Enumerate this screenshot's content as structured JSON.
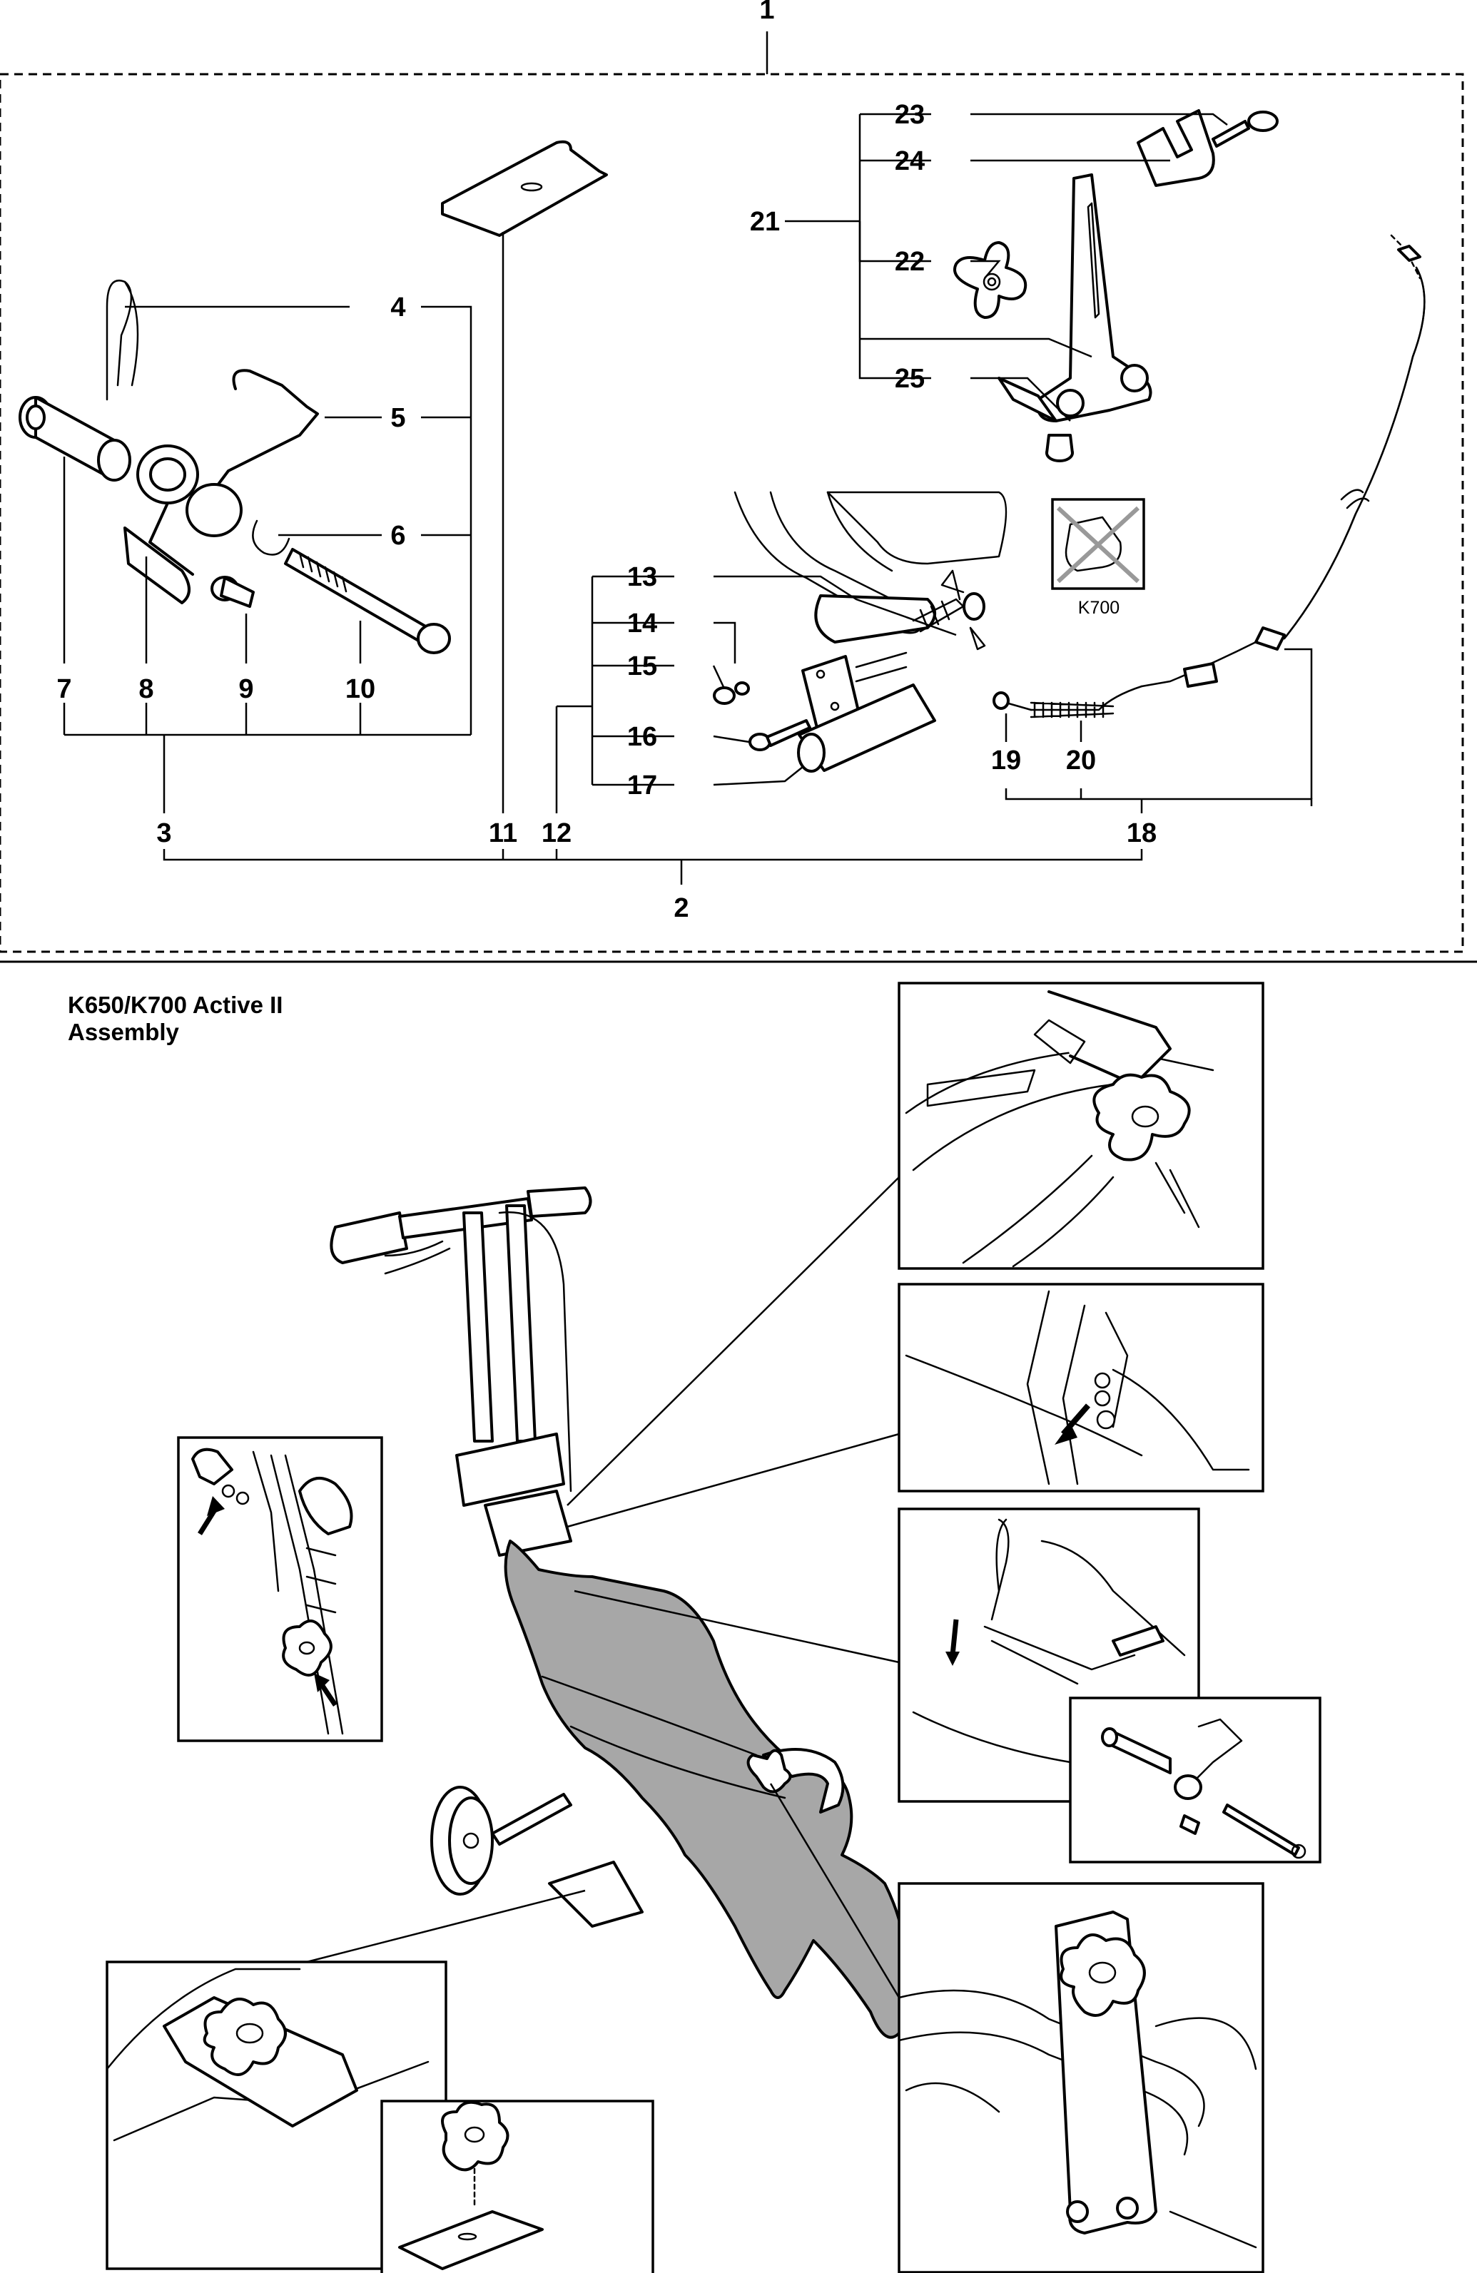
{
  "header_partial": "",
  "exploded": {
    "group_label": "1",
    "callouts": {
      "n2": "2",
      "n3": "3",
      "n4": "4",
      "n5": "5",
      "n6": "6",
      "n7": "7",
      "n8": "8",
      "n9": "9",
      "n10": "10",
      "n11": "11",
      "n12": "12",
      "n13": "13",
      "n14": "14",
      "n15": "15",
      "n16": "16",
      "n17": "17",
      "n18": "18",
      "n19": "19",
      "n20": "20",
      "n21": "21",
      "n22": "22",
      "n23": "23",
      "n24": "24",
      "n25": "25"
    },
    "model_note": "K700"
  },
  "assembly": {
    "title_line1": "K650/K700 Active II",
    "title_line2": "Assembly"
  }
}
